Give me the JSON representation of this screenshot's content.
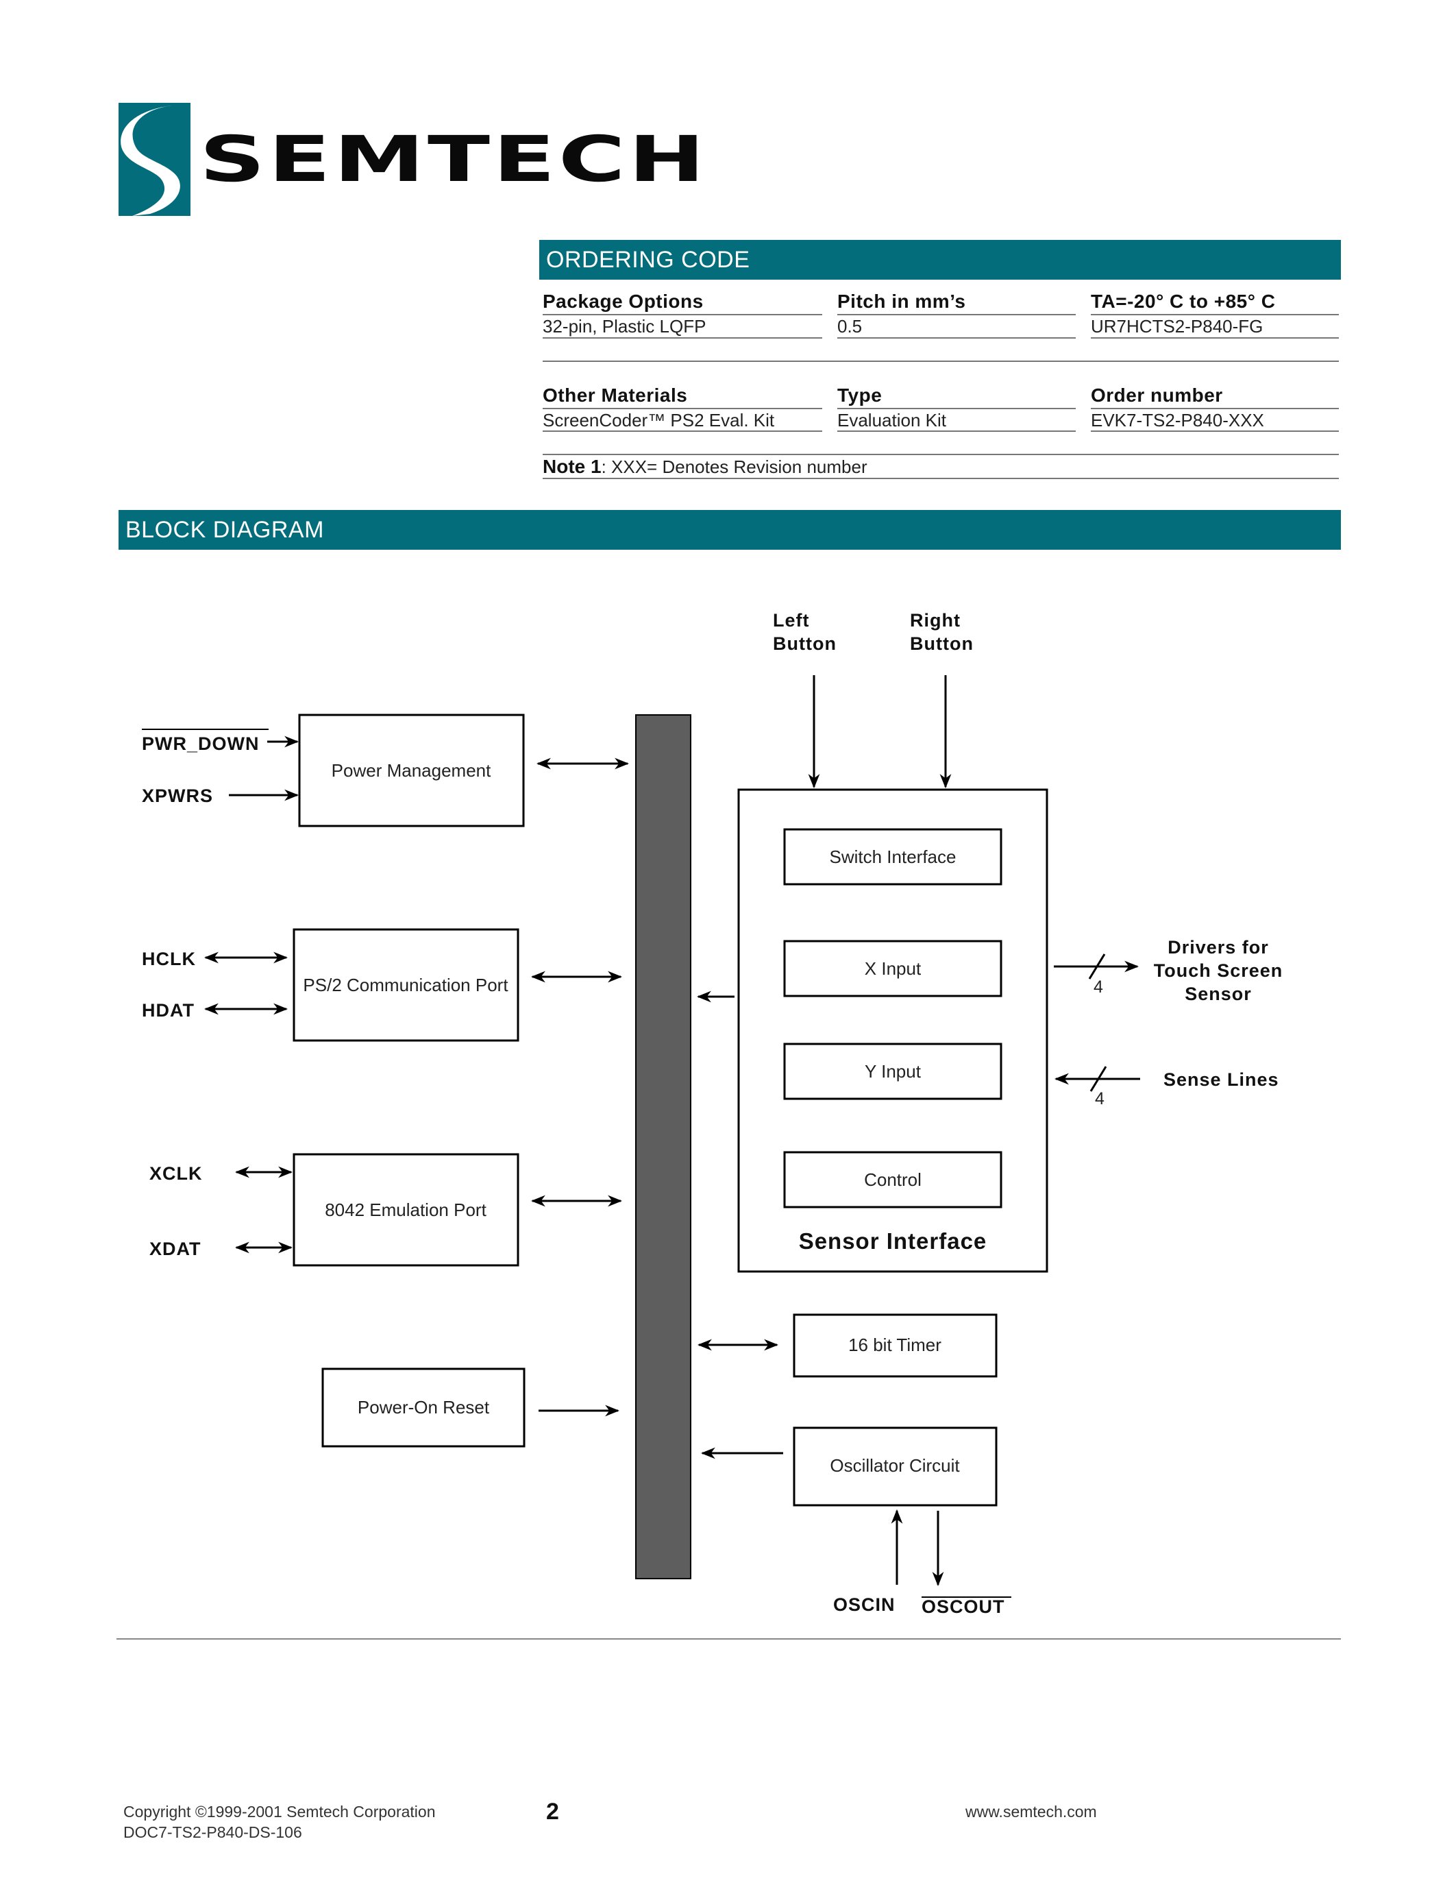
{
  "logo": {
    "text": "SEMTECH",
    "color": "#036d7b"
  },
  "ordering": {
    "title": "ORDERING CODE",
    "row1": {
      "headers": [
        "Package Options",
        "Pitch in mm’s",
        "TA=-20° C to +85° C"
      ],
      "values": [
        "32-pin, Plastic LQFP",
        "0.5",
        "UR7HCTS2-P840-FG"
      ]
    },
    "row2": {
      "headers": [
        "Other Materials",
        "Type",
        "Order number"
      ],
      "values": [
        "ScreenCoder™ PS2 Eval. Kit",
        "Evaluation Kit",
        "EVK7-TS2-P840-XXX"
      ]
    },
    "note_label": "Note 1",
    "note_text": ": XXX= Denotes Revision number"
  },
  "block_diagram": {
    "title": "BLOCK DIAGRAM",
    "signals": {
      "pwr_down": "PWR_DOWN",
      "xpwrs": "XPWRS",
      "hclk": "HCLK",
      "hdat": "HDAT",
      "xclk": "XCLK",
      "xdat": "XDAT",
      "left_button_1": "Left",
      "left_button_2": "Button",
      "right_button_1": "Right",
      "right_button_2": "Button",
      "drivers_1": "Drivers for",
      "drivers_2": "Touch Screen",
      "drivers_3": "Sensor",
      "sense_lines": "Sense Lines",
      "bus_width_out": "4",
      "bus_width_in": "4",
      "oscin": "OSCIN",
      "oscout": "OSCOUT"
    },
    "blocks": {
      "power_management": "Power Management",
      "ps2_port": "PS/2 Communication Port",
      "emulation_port": "8042 Emulation Port",
      "power_on_reset": "Power-On Reset",
      "switch_interface": "Switch Interface",
      "x_input": "X Input",
      "y_input": "Y Input",
      "control": "Control",
      "sensor_interface": "Sensor Interface",
      "timer": "16 bit Timer",
      "oscillator": "Oscillator Circuit"
    }
  },
  "footer": {
    "copyright": "Copyright ©1999-2001 Semtech Corporation",
    "doc_id": "DOC7-TS2-P840-DS-106",
    "page": "2",
    "url": "www.semtech.com"
  }
}
